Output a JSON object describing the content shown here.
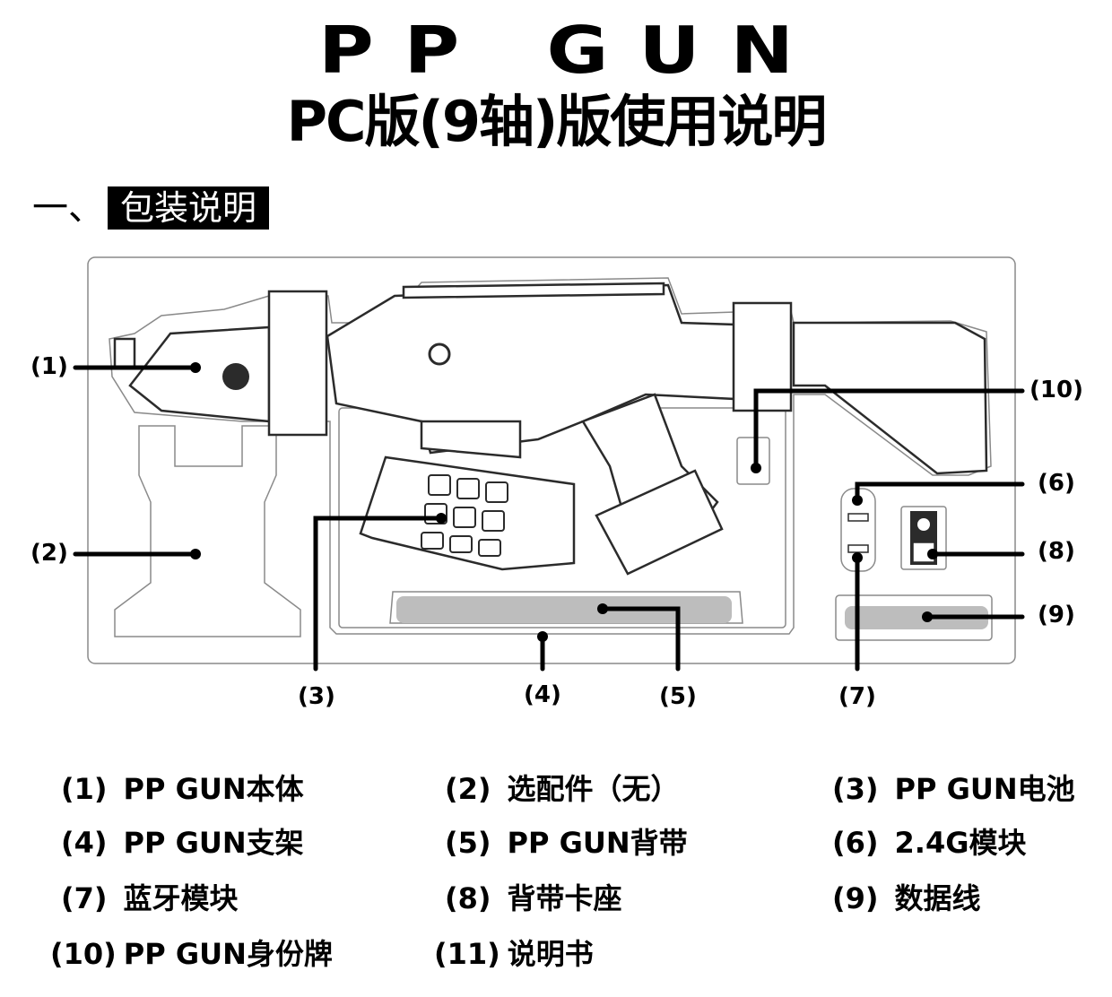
{
  "header": {
    "brand": "PP GUN",
    "subtitle": "PC版(9轴)版使用说明"
  },
  "section": {
    "number": "一、",
    "title": "包装说明"
  },
  "diagram": {
    "callouts": [
      {
        "id": "1",
        "label": "(1)"
      },
      {
        "id": "2",
        "label": "(2)"
      },
      {
        "id": "3",
        "label": "(3)"
      },
      {
        "id": "4",
        "label": "(4)"
      },
      {
        "id": "5",
        "label": "(5)"
      },
      {
        "id": "6",
        "label": "(6)"
      },
      {
        "id": "7",
        "label": "(7)"
      },
      {
        "id": "8",
        "label": "(8)"
      },
      {
        "id": "9",
        "label": "(9)"
      },
      {
        "id": "10",
        "label": "(10)"
      }
    ],
    "colors": {
      "line": "#000000",
      "outline": "#8a8a8a",
      "fill_gray": "#bdbdbd",
      "dark": "#2b2b2b"
    }
  },
  "legend": {
    "items": [
      {
        "index": "(1)",
        "text": "PP GUN本体"
      },
      {
        "index": "(2)",
        "text": "选配件（无）"
      },
      {
        "index": "(3)",
        "text": "PP GUN电池"
      },
      {
        "index": "(4)",
        "text": "PP GUN支架"
      },
      {
        "index": "(5)",
        "text": "PP GUN背带"
      },
      {
        "index": "(6)",
        "text": "2.4G模块"
      },
      {
        "index": "(7)",
        "text": "蓝牙模块"
      },
      {
        "index": "(8)",
        "text": "背带卡座"
      },
      {
        "index": "(9)",
        "text": "数据线"
      },
      {
        "index": "(10)",
        "text": "PP GUN身份牌"
      },
      {
        "index": "(11)",
        "text": "说明书"
      }
    ]
  }
}
